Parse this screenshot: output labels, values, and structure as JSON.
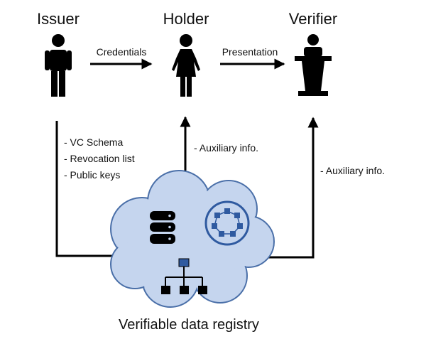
{
  "roles": {
    "issuer": "Issuer",
    "holder": "Holder",
    "verifier": "Verifier"
  },
  "edges": {
    "credentials": "Credentials",
    "presentation": "Presentation",
    "issuer_to_registry": [
      "- VC Schema",
      "- Revocation list",
      "- Public keys"
    ],
    "registry_to_holder": "- Auxiliary info.",
    "registry_to_verifier": "- Auxiliary info."
  },
  "registry": {
    "title": "Verifiable data registry"
  },
  "icons": [
    "person-icon",
    "woman-icon",
    "podium-speaker-icon",
    "database-icon",
    "network-ring-icon",
    "hierarchy-icon"
  ],
  "colors": {
    "cloud_fill": "#c5d5ee",
    "cloud_stroke": "#4a6fa8",
    "icon_dark": "#000000",
    "network_blue": "#2f5aa0"
  }
}
